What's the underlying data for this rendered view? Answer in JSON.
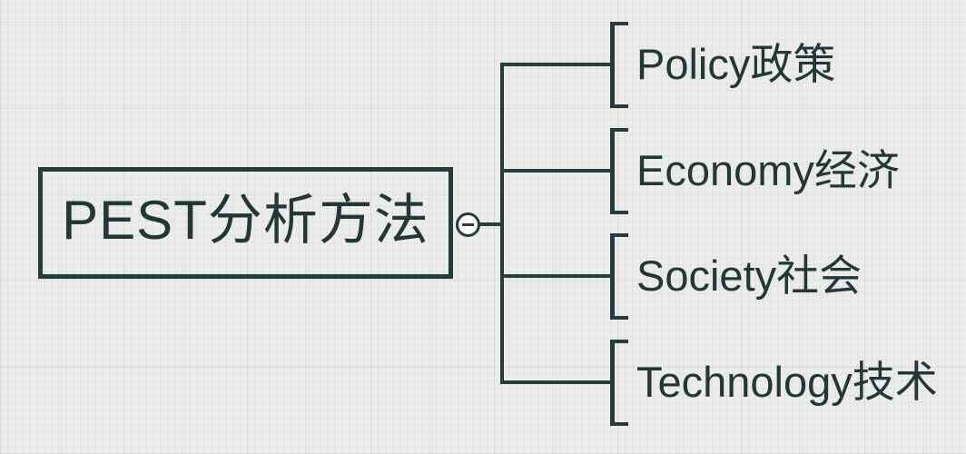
{
  "colors": {
    "background": "#ecedea",
    "line": "#273c3e",
    "text": "#233739",
    "collapse_button_fill": "#fafaf8"
  },
  "mindmap": {
    "root": {
      "label": "PEST分析方法"
    },
    "collapse_button": {
      "icon": "minus-icon"
    },
    "branches": [
      {
        "label": "Policy政策"
      },
      {
        "label": "Economy经济"
      },
      {
        "label": "Society社会"
      },
      {
        "label": "Technology技术"
      }
    ]
  }
}
